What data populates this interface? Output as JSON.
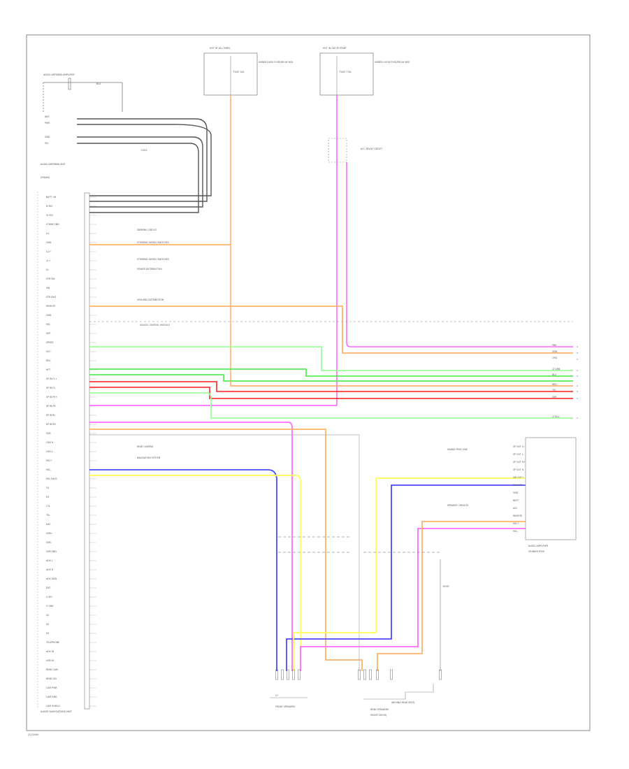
{
  "figure_code": "[1] 0000",
  "main_unit": {
    "name": "AUDIO NAVIGATION UNIT",
    "pins": [
      "BATT +B",
      "M RLY",
      "IG SIG",
      "COMM GND",
      "ILL",
      "GND",
      "ILL+",
      "CL+",
      "CL",
      "STR SW",
      "SW",
      "STR SW2",
      "REMOTE",
      "GND",
      "MIC",
      "VSP",
      "SPEED",
      "VCC",
      "REV",
      "HFT",
      "SP IN FL+",
      "SP IN FL-",
      "SP IN FR+",
      "SP IN FR-",
      "SP IN RL",
      "SP IN RR",
      "SUB",
      "CAN H",
      "CAN L",
      "MIC+",
      "MIC-",
      "MIC SHLD",
      "TX",
      "RX",
      "CTL",
      "TEL",
      "DAT",
      "USB+",
      "USB-",
      "USB GND",
      "AUX L",
      "AUX R",
      "AUX GND",
      "DET",
      "V SIG",
      "V GND",
      "A1",
      "A2",
      "A3",
      "TELEPHONE",
      "AUX IN",
      "USB IN",
      "REAR CAM",
      "REAR SIG",
      "CAM PWR",
      "CAM GND",
      "CAM SHIELD"
    ]
  },
  "antenna": {
    "label": "AUDIO ANTENNA AMPLIFIER",
    "wire": "BLU",
    "pins": [
      "ANT",
      "PWR",
      "GND",
      "SIG"
    ],
    "unit": "AUDIO ANTENNA UNIT",
    "note": "(FM/AM)"
  },
  "fuse_a": {
    "top": "HOT AT ALL TIMES",
    "fuse": "FUSE 10A",
    "text": "UNDER-DASH FUSE/RELAY BOX"
  },
  "fuse_b": {
    "top": "HOT IN ON OR START",
    "fuse": "FUSE 7.5A",
    "text": "UNDER-HOOD FUSE/RELAY BOX"
  },
  "relay_label": "ACC RELAY CIRCUIT",
  "harness_label": "G301",
  "connector_notes": {
    "dimming": "DIMMING CIRCUIT",
    "steering_a": "STEERING WHEEL SWITCHES",
    "steering_b": "STEERING WHEEL SWITCHES",
    "power_dist": "POWER DISTRIBUTION",
    "ground": "GROUND DISTRIBUTION",
    "can": "GAUGE CONTROL MODULE",
    "camera": "REAR CAMERA",
    "navigation": "NAVIGATION SYSTEM"
  },
  "right_outputs": [
    "PNK",
    "GRN",
    "ORG",
    "LT GRN",
    "BLU",
    "RED",
    "YEL",
    "GRY",
    "LT BLU"
  ],
  "amp": {
    "name": "AUDIO AMPLIFIER",
    "sub": "(SUBWOOFER)",
    "pins": [
      "SP OUT L+",
      "SP OUT L-",
      "SP OUT R+",
      "SP OUT R-",
      "SW OUT+",
      "SW OUT-",
      "GND",
      "BATT",
      "ACC",
      "REMOTE",
      "MIC+",
      "MIC-"
    ],
    "note_a": "HANDS FREE LINK",
    "note_b": "SPEAKER CIRCUITS"
  },
  "bottom": {
    "front_speakers": "FRONT SPEAKERS",
    "left_label": "LF",
    "rear_speakers": "REAR SPEAKERS",
    "rear_sub": "(RIGHT DOOR)",
    "rear_note": "(BEHIND REAR SEAT)",
    "roof_label": "ROOF"
  },
  "colors": {
    "pink": "#ff6bff",
    "orange": "#ffb36b",
    "green": "#55ee55",
    "red": "#ff3a3a",
    "blue": "#4b4bff",
    "yellow": "#ffff55",
    "lt_green": "#99ff99",
    "gray": "#444444"
  }
}
